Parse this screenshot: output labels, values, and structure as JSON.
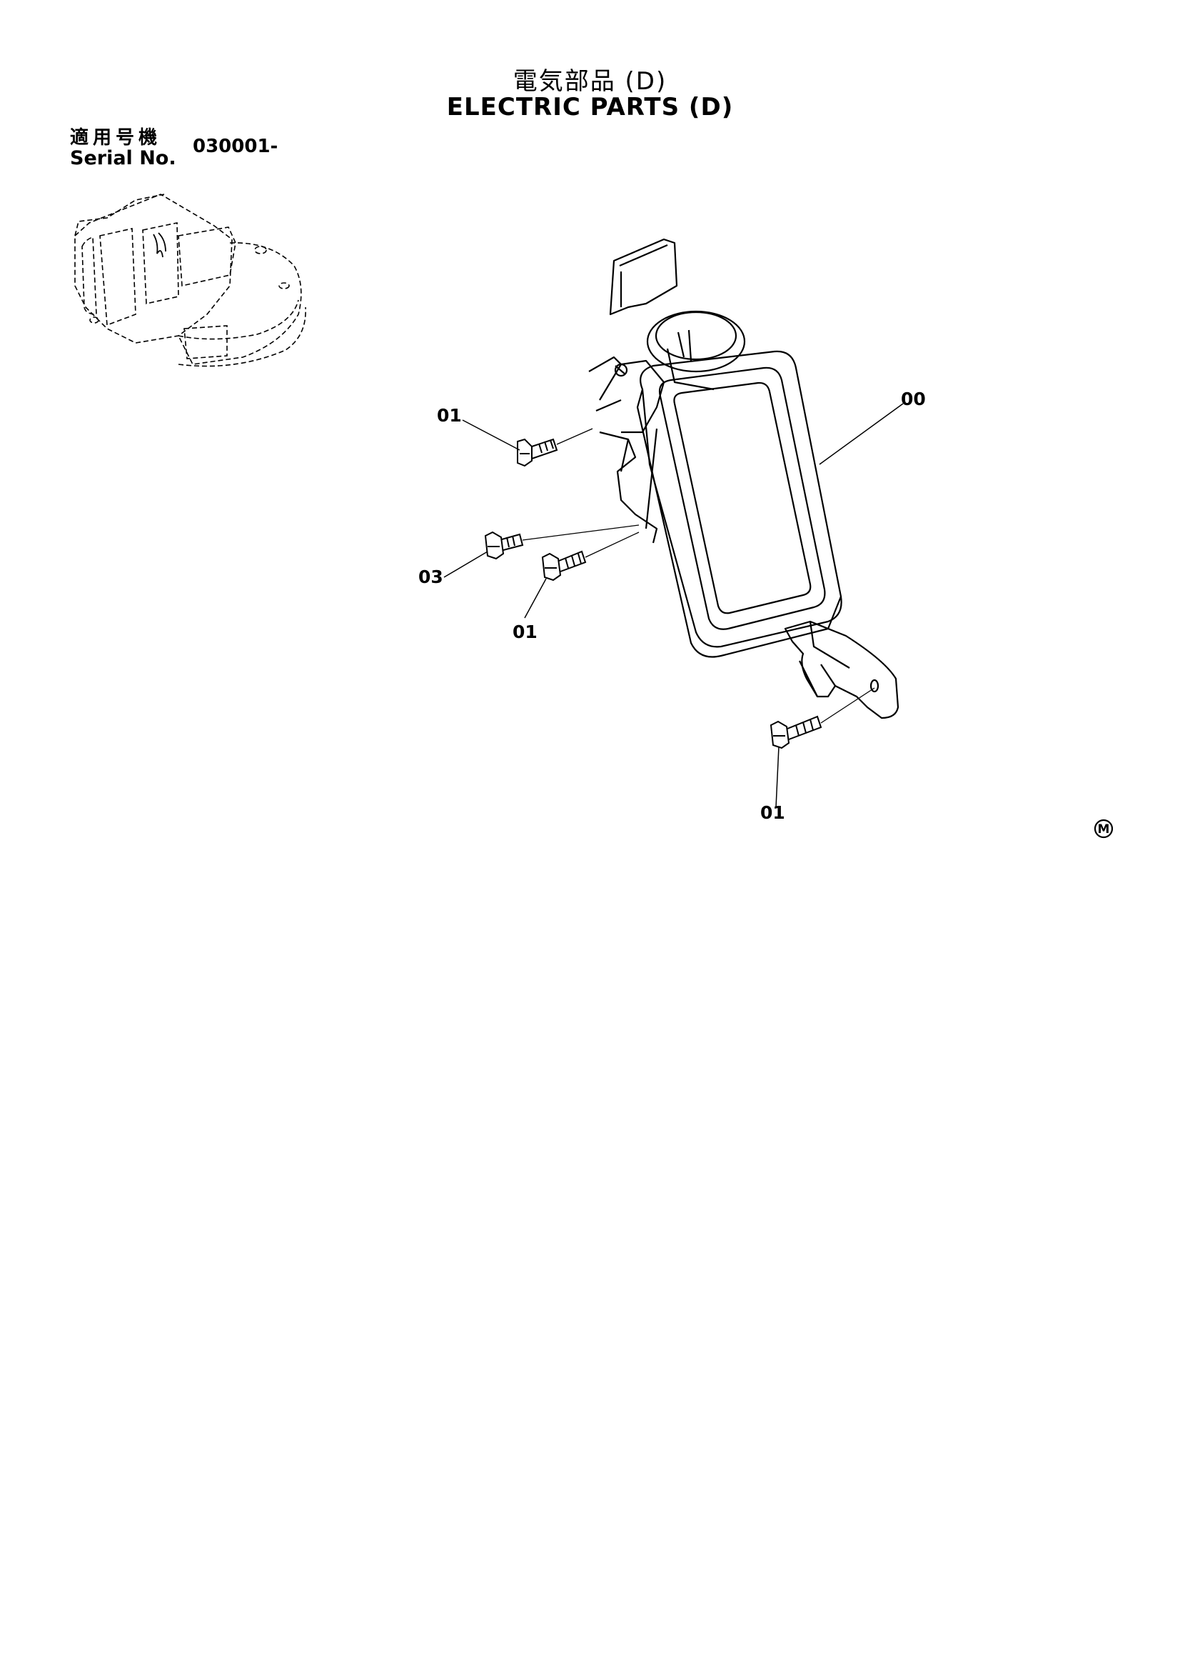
{
  "header": {
    "title_jp": "電気部品 (D)",
    "title_en": "ELECTRIC PARTS (D)",
    "serial_label_jp": "適用号機",
    "serial_label_en": "Serial No.",
    "serial_value": "030001-"
  },
  "callouts": [
    {
      "id": "c1",
      "label": "01"
    },
    {
      "id": "c2",
      "label": "00"
    },
    {
      "id": "c3",
      "label": "03"
    },
    {
      "id": "c4",
      "label": "01"
    },
    {
      "id": "c5",
      "label": "01"
    }
  ],
  "mark": "M"
}
